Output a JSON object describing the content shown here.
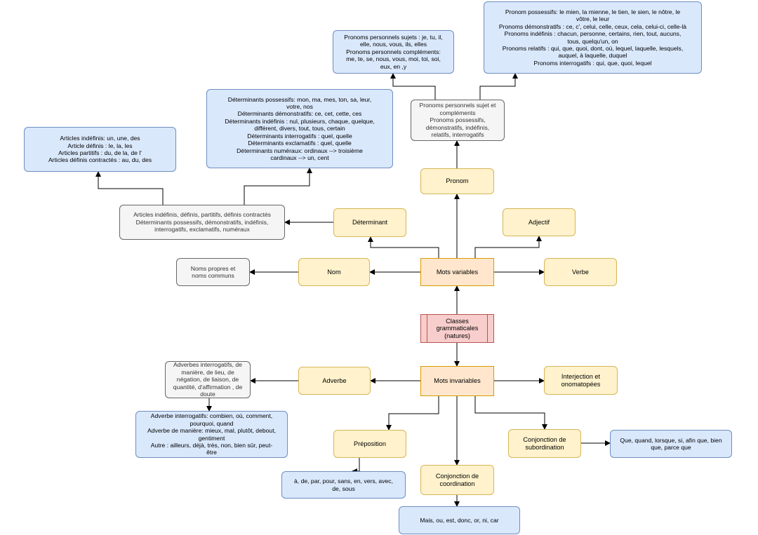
{
  "nodes": {
    "classes": [
      "Classes",
      "grammaticales",
      "(natures)"
    ],
    "mots_variables": [
      "Mots variables"
    ],
    "mots_invariables": [
      "Mots invariables"
    ],
    "pronom": [
      "Pronom"
    ],
    "determinant": [
      "Déterminant"
    ],
    "adjectif": [
      "Adjectif"
    ],
    "nom": [
      "Nom"
    ],
    "verbe": [
      "Verbe"
    ],
    "adverbe": [
      "Adverbe"
    ],
    "interjection": [
      "Interjection et",
      "onomatopées"
    ],
    "preposition": [
      "Préposition"
    ],
    "conj_coord": [
      "Conjonction de",
      "coordination"
    ],
    "conj_sub": [
      "Conjonction de",
      "subordination"
    ],
    "noms_detail": [
      "Noms propres et",
      "noms communs"
    ],
    "det_summary": [
      "Articles indéfinis, définis, partitifs, définis contractés",
      "Déterminants possessifs, démonstratifs, indéfinis,",
      "interrogatifs, exclamatifs, numéraux"
    ],
    "articles_detail": [
      "Articles indéfinis: un, une, des",
      "Article définis : le, la, les",
      "Articles partitifs : du, de la, de l'",
      "Articles définis contractés : au, du, des"
    ],
    "det_detail": [
      "Déterminants possessifs: mon, ma, mes, ton, sa, leur,",
      "votre, nos",
      "Déterminants démonstratifs: ce, cet, cette, ces",
      "Déterminants indéfinis : nul, plusieurs, chaque, quelque,",
      "différent, divers, tout, tous, certain",
      "Déterminants interrogatifs : quel, quelle",
      "Déterminants exclamatifs : quel, quelle",
      "Déterminants numéraux: ordinaux --> troisième",
      "cardinaux --> un, cent"
    ],
    "pron_summary": [
      "Pronoms personnels sujet et",
      "compléments",
      "Pronoms possessifs,",
      "démonstratifs, indéfinis,",
      "relatifs, interrogatifs"
    ],
    "pron_pers_detail": [
      "Pronoms personnels sujets : je, tu, il,",
      "elle, nous, vous, ils, elles",
      "Pronoms personnels compléments:",
      "me, te, se, nous, vous, moi, toi, soi,",
      "eux, en ,y"
    ],
    "pron_other_detail": [
      "Pronom possessifs: le mien, la mienne, le tien, le sien, le nôtre, le",
      "vôtre, le leur",
      "Pronoms démonstratifs : ce, c', celui, celle, ceux, cela, celui-ci, celle-là",
      "Pronoms indéfinis : chacun, personne, certains, rien, tout, aucuns,",
      "tous, quelqu'un, on",
      "Pronoms relatifs : qui, que, quoi, dont, où, lequel, laquelle, lesquels,",
      "auquel, à laquelle, duquel",
      "Pronoms interrogatifs : qui, que, quoi, lequel"
    ],
    "adv_summary": [
      "Adverbes interrogatifs, de",
      "manière, de lieu, de",
      "négation, de liaison, de",
      "quantité, d'affirmation , de",
      "doute"
    ],
    "adv_detail": [
      "Adverbe interrogatifs: combien, où, comment,",
      "pourquoi, quand",
      "Adverbe de manière: mieux, mal, plutôt, debout,",
      "gentiment",
      "Autre : ailleurs, déjà, très, non, bien sûr, peut-",
      "être"
    ],
    "prep_detail": [
      "à, de, par, pour, sans, en, vers, avec,",
      "de, sous"
    ],
    "coord_detail": [
      "Mais, ou, est, donc, or, ni, car"
    ],
    "sub_detail": [
      "Que, quand, lorsque, si, afin que, bien",
      "que, parce que"
    ]
  },
  "colors": {
    "edge": "#000000",
    "yellow": "#fff2cc",
    "blue": "#dae8fc",
    "grey": "#f5f5f5",
    "orange": "#ffe6cc",
    "red": "#f8cecc"
  }
}
